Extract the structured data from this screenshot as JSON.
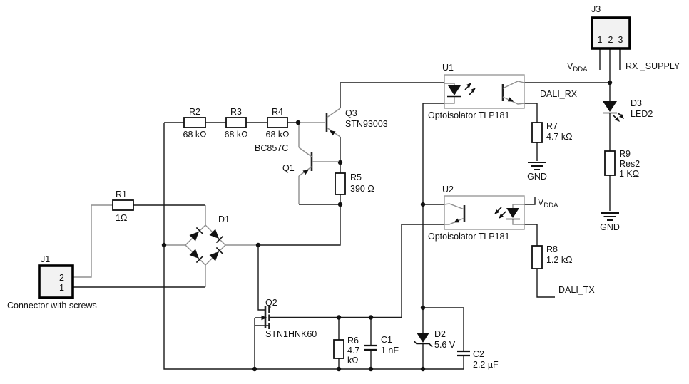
{
  "schematic": {
    "caption": "Connector with screws",
    "connectors": {
      "j1": {
        "ref": "J1",
        "pins": [
          "2",
          "1"
        ]
      },
      "j3": {
        "ref": "J3",
        "pins": [
          "1",
          "2",
          "3"
        ]
      }
    },
    "nets": {
      "vdda_top": {
        "main": "V",
        "sub": "DDA"
      },
      "vdda_u2": {
        "main": "V",
        "sub": "DDA"
      },
      "rx_supply": "RX _SUPPLY",
      "dali_rx": "DALI_RX",
      "dali_tx": "DALI_TX",
      "gnd_left": "GND",
      "gnd_right": "GND"
    },
    "components": {
      "r1": {
        "ref": "R1",
        "value": "1Ω"
      },
      "r2": {
        "ref": "R2",
        "value": "68 kΩ"
      },
      "r3": {
        "ref": "R3",
        "value": "68 kΩ"
      },
      "r4": {
        "ref": "R4",
        "value": "68 kΩ"
      },
      "r5": {
        "ref": "R5",
        "value": "390 Ω"
      },
      "r6": {
        "ref": "R6",
        "value_line1": "4.7",
        "value_line2": "kΩ"
      },
      "r7": {
        "ref": "R7",
        "value": "4.7 kΩ"
      },
      "r8": {
        "ref": "R8",
        "value": "1.2 kΩ"
      },
      "r9": {
        "ref": "R9",
        "value": "Res2",
        "value2": "1 KΩ"
      },
      "c1": {
        "ref": "C1",
        "value": "1 nF"
      },
      "c2": {
        "ref": "C2",
        "value": "2.2 µF"
      },
      "d1": {
        "ref": "D1"
      },
      "d2": {
        "ref": "D2",
        "value": "5.6 V"
      },
      "d3": {
        "ref": "D3",
        "value": "LED2"
      },
      "q1": {
        "ref": "Q1",
        "part": "BC857C"
      },
      "q2": {
        "ref": "Q2",
        "part": "STN1HNK60"
      },
      "q3": {
        "ref": "Q3",
        "part": "STN93003"
      },
      "u1": {
        "ref": "U1",
        "label": "Optoisolator TLP181"
      },
      "u2": {
        "ref": "U2",
        "label": "Optoisolator TLP181"
      }
    },
    "colors": {
      "wire": "#1a1a1a",
      "symbol_gray": "#8f8f8f",
      "connector_fill": "#f2f2f2"
    }
  }
}
